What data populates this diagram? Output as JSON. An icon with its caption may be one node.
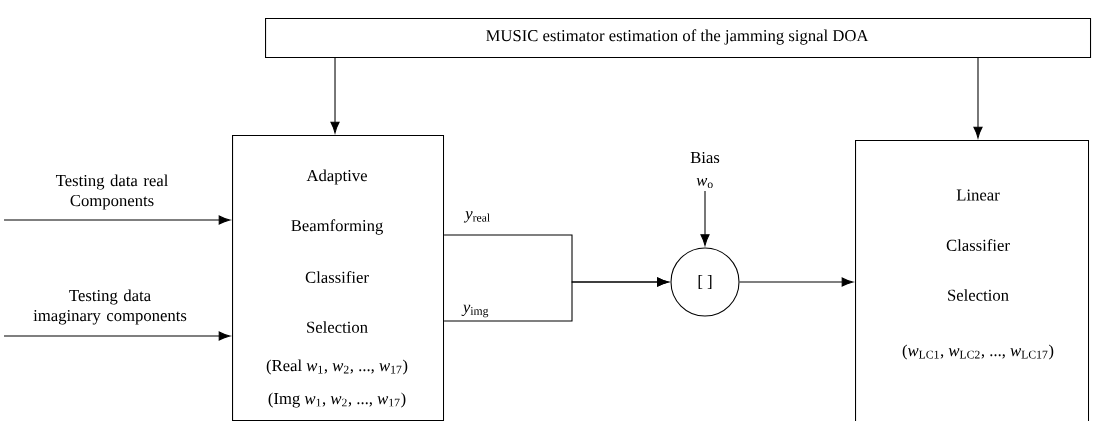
{
  "diagram": {
    "nodes": [
      {
        "text": [
          "MUSIC estimator estimation of the jamming signal DOA"
        ]
      },
      {
        "text": [
          "Adaptive",
          "Beamforming",
          "Classifier",
          "Selection",
          "(Real *w*$_{1}$, *w*$_{2}$, ..., *w*$_{17}$)",
          "(Img *w*$_{1}$, *w*$_{2}$, ..., *w*$_{17}$)"
        ]
      },
      {
        "text": [
          "Bias",
          "*w*$_{o}$"
        ]
      },
      {
        "text": [
          "[ ]"
        ]
      },
      {
        "text": [
          "Linear",
          "Classifier",
          "Selection",
          "(*w*$_{LC1}$, *w*$_{LC2}$, ..., *w*$_{LC17}$)"
        ]
      }
    ],
    "edges": [
      {
        "from": null,
        "to": 1,
        "arrow": "to"
      },
      {
        "from": null,
        "to": 1,
        "arrow": "to"
      },
      {
        "from": 0,
        "to": 1,
        "arrow": "to"
      },
      {
        "from": 0,
        "to": 4,
        "arrow": "to"
      },
      {
        "from": 1,
        "to": 3,
        "arrow": "to",
        "label": "*y*$_{real}$"
      },
      {
        "from": 1,
        "to": 3,
        "arrow": "to",
        "label": "*y*$_{img}$"
      },
      {
        "from": 2,
        "to": 3,
        "arrow": "to"
      },
      {
        "from": 3,
        "to": 4,
        "arrow": "to"
      }
    ],
    "labels": [
      "Testing data real Components",
      "Testing data imaginary components"
    ]
  }
}
